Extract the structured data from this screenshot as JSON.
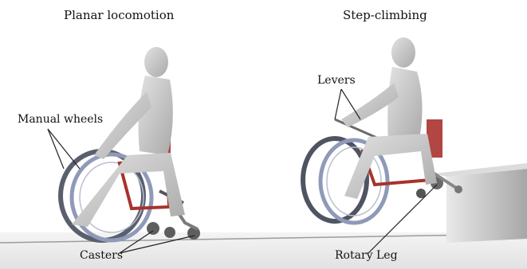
{
  "panels": [
    {
      "title": "Planar locomotion"
    },
    {
      "title": "Step-climbing"
    }
  ],
  "labels": {
    "manual_wheels": "Manual wheels",
    "casters": "Casters",
    "levers": "Levers",
    "rotary_leg": "Rotary Leg"
  },
  "colors": {
    "floor": "#e6e6e6",
    "figure_skin": "#c9c9c9",
    "frame_red": "#a8322d",
    "wheel_blue": "#8f9ab8",
    "step_gray": "#b9b9b9"
  }
}
